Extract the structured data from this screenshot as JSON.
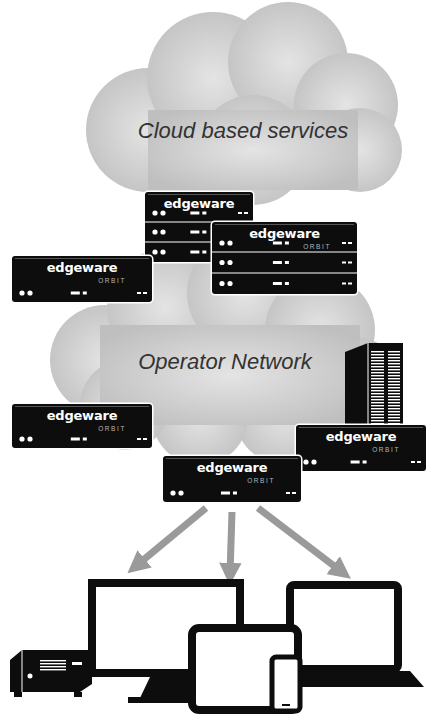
{
  "diagram": {
    "nodes": [
      {
        "text": [
          "Cloud based services"
        ]
      },
      {
        "text": [
          "edgeware"
        ]
      },
      {
        "text": [
          "edgeware",
          "ORBIT"
        ]
      },
      {
        "text": [
          "edgeware",
          "ORBIT"
        ]
      },
      {
        "text": [
          "Operator Network"
        ]
      },
      {
        "text": [
          "edgeware",
          "ORBIT"
        ]
      },
      {
        "text": [
          "edgeware",
          "ORBIT"
        ]
      },
      {
        "text": [
          "edgeware",
          "ORBIT"
        ]
      }
    ]
  }
}
